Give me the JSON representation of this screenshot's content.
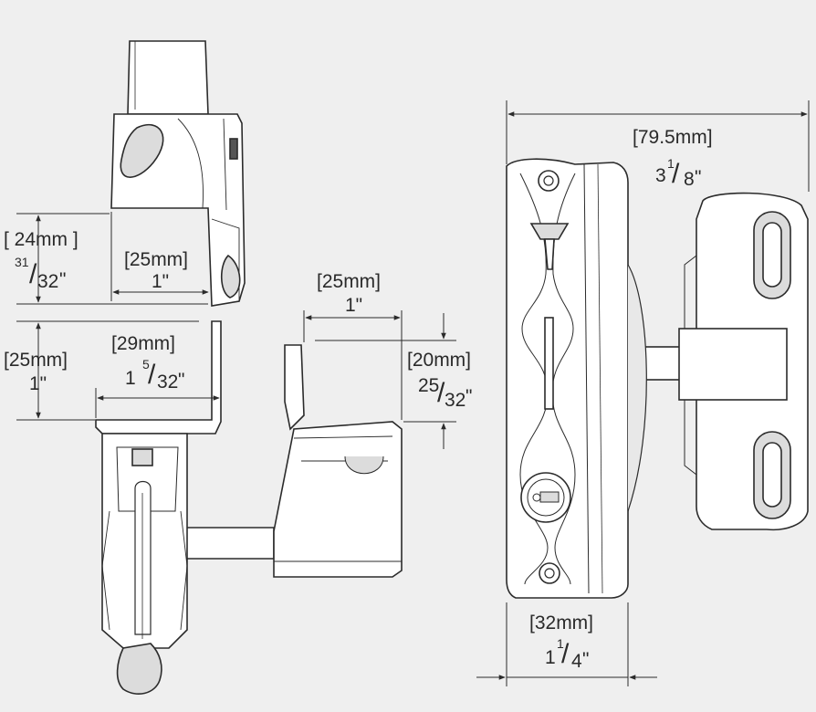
{
  "dimensions": {
    "width_total": {
      "metric": "[79.5mm]",
      "whole": "3",
      "num": "1",
      "den": "8",
      "inch": "\""
    },
    "height_top": {
      "metric": "[ 24mm ]",
      "num": "31",
      "den": "32",
      "inch": "\""
    },
    "width_top": {
      "metric": "[25mm]",
      "imperial": "1\""
    },
    "height_mid": {
      "metric": "[25mm]",
      "imperial": "1\""
    },
    "width_mid": {
      "metric": "[29mm]",
      "whole": "1",
      "num": "5",
      "den": "32",
      "inch": "\""
    },
    "width_right_top": {
      "metric": "[25mm]",
      "imperial": "1\""
    },
    "height_right": {
      "metric": "[20mm]",
      "num": "25",
      "den": "32",
      "inch": "\""
    },
    "width_bottom": {
      "metric": "[32mm]",
      "whole": "1",
      "num": "1",
      "den": "4",
      "inch": "\""
    }
  },
  "colors": {
    "line": "#2b2b2b",
    "part_fill": "#ffffff",
    "shade": "#dcdcdc",
    "background": "#efefef"
  }
}
